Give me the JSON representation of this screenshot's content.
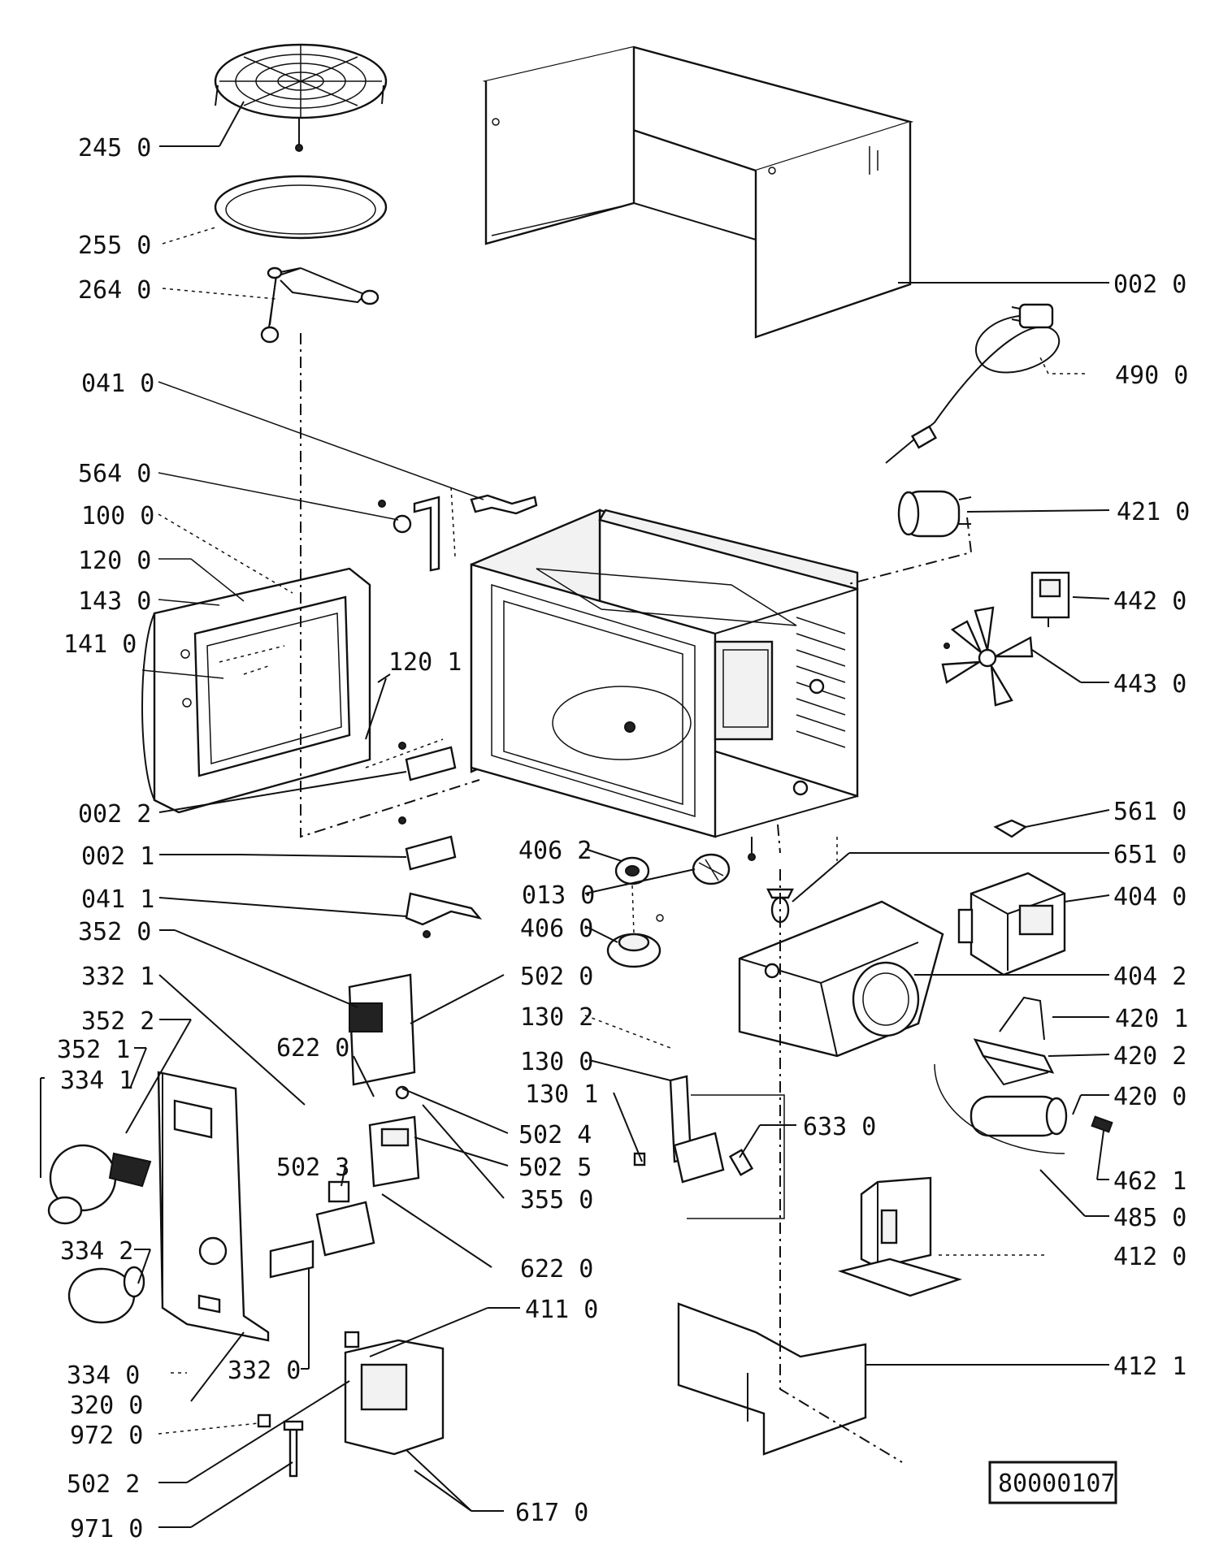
{
  "drawing_number": "80000107",
  "left_labels": [
    {
      "id": "l-245-0",
      "text": "245 0"
    },
    {
      "id": "l-255-0",
      "text": "255 0"
    },
    {
      "id": "l-264-0",
      "text": "264 0"
    },
    {
      "id": "l-041-0",
      "text": "041 0"
    },
    {
      "id": "l-564-0",
      "text": "564 0"
    },
    {
      "id": "l-100-0",
      "text": "100 0"
    },
    {
      "id": "l-120-0",
      "text": "120 0"
    },
    {
      "id": "l-143-0",
      "text": "143 0"
    },
    {
      "id": "l-141-0",
      "text": "141 0"
    },
    {
      "id": "l-120-1",
      "text": "120 1"
    },
    {
      "id": "l-002-2",
      "text": "002 2"
    },
    {
      "id": "l-002-1",
      "text": "002 1"
    },
    {
      "id": "l-041-1",
      "text": "041 1"
    },
    {
      "id": "l-352-0",
      "text": "352 0"
    },
    {
      "id": "l-332-1",
      "text": "332 1"
    },
    {
      "id": "l-352-2",
      "text": "352 2"
    },
    {
      "id": "l-352-1",
      "text": "352 1"
    },
    {
      "id": "l-334-1",
      "text": "334 1"
    },
    {
      "id": "l-622-0a",
      "text": "622 0"
    },
    {
      "id": "l-502-3",
      "text": "502 3"
    },
    {
      "id": "l-334-2",
      "text": "334 2"
    },
    {
      "id": "l-334-0",
      "text": "334 0"
    },
    {
      "id": "l-332-0",
      "text": "332 0"
    },
    {
      "id": "l-320-0",
      "text": "320 0"
    },
    {
      "id": "l-972-0",
      "text": "972 0"
    },
    {
      "id": "l-502-2",
      "text": "502 2"
    },
    {
      "id": "l-971-0",
      "text": "971 0"
    }
  ],
  "center_labels": [
    {
      "id": "c-406-2",
      "text": "406 2"
    },
    {
      "id": "c-013-0",
      "text": "013 0"
    },
    {
      "id": "c-406-0",
      "text": "406 0"
    },
    {
      "id": "c-502-0",
      "text": "502 0"
    },
    {
      "id": "c-130-2",
      "text": "130 2"
    },
    {
      "id": "c-130-0",
      "text": "130 0"
    },
    {
      "id": "c-130-1",
      "text": "130 1"
    },
    {
      "id": "c-633-0",
      "text": "633 0"
    },
    {
      "id": "c-502-4",
      "text": "502 4"
    },
    {
      "id": "c-502-5",
      "text": "502 5"
    },
    {
      "id": "c-355-0",
      "text": "355 0"
    },
    {
      "id": "c-622-0",
      "text": "622 0"
    },
    {
      "id": "c-411-0",
      "text": "411 0"
    },
    {
      "id": "c-617-0",
      "text": "617 0"
    }
  ],
  "right_labels": [
    {
      "id": "r-002-0",
      "text": "002 0"
    },
    {
      "id": "r-490-0",
      "text": "490 0"
    },
    {
      "id": "r-421-0",
      "text": "421 0"
    },
    {
      "id": "r-442-0",
      "text": "442 0"
    },
    {
      "id": "r-443-0",
      "text": "443 0"
    },
    {
      "id": "r-561-0",
      "text": "561 0"
    },
    {
      "id": "r-651-0",
      "text": "651 0"
    },
    {
      "id": "r-404-0",
      "text": "404 0"
    },
    {
      "id": "r-404-2",
      "text": "404 2"
    },
    {
      "id": "r-420-1",
      "text": "420 1"
    },
    {
      "id": "r-420-2",
      "text": "420 2"
    },
    {
      "id": "r-420-0",
      "text": "420 0"
    },
    {
      "id": "r-462-1",
      "text": "462 1"
    },
    {
      "id": "r-485-0",
      "text": "485 0"
    },
    {
      "id": "r-412-0",
      "text": "412 0"
    },
    {
      "id": "r-412-1",
      "text": "412 1"
    }
  ]
}
